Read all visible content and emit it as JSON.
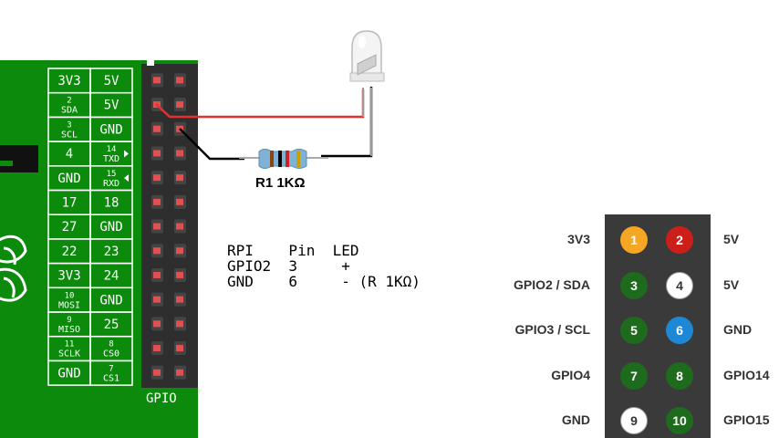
{
  "board": {
    "header_label": "GPIO",
    "rows": [
      {
        "left": "3V3",
        "right": "5V"
      },
      {
        "left": [
          "2",
          "SDA"
        ],
        "right": "5V"
      },
      {
        "left": [
          "3",
          "SCL"
        ],
        "right": "GND"
      },
      {
        "left": "4",
        "right": [
          "14",
          "TXD"
        ],
        "right_arrow": "right"
      },
      {
        "left": "GND",
        "right": [
          "15",
          "RXD"
        ],
        "right_arrow": "left"
      },
      {
        "left": "17",
        "right": "18"
      },
      {
        "left": "27",
        "right": "GND"
      },
      {
        "left": "22",
        "right": "23"
      },
      {
        "left": "3V3",
        "right": "24"
      },
      {
        "left": [
          "10",
          "MOSI"
        ],
        "right": "GND"
      },
      {
        "left": [
          "9",
          "MISO"
        ],
        "right": "25"
      },
      {
        "left": [
          "11",
          "SCLK"
        ],
        "right": [
          "8",
          "CS0"
        ]
      },
      {
        "left": "GND",
        "right": [
          "7",
          "CS1"
        ]
      }
    ]
  },
  "resistor": {
    "label": "R1 1KΩ"
  },
  "connection_table": {
    "lines": [
      "RPI    Pin  LED",
      "GPIO2  3     +",
      "GND    6     - (R 1KΩ)"
    ]
  },
  "pinout": {
    "rows": [
      {
        "left_label": "3V3",
        "left_pin": "1",
        "right_pin": "2",
        "right_label": "5V"
      },
      {
        "left_label": "GPIO2 / SDA",
        "left_pin": "3",
        "right_pin": "4",
        "right_label": "5V"
      },
      {
        "left_label": "GPIO3 / SCL",
        "left_pin": "5",
        "right_pin": "6",
        "right_label": "GND"
      },
      {
        "left_label": "GPIO4",
        "left_pin": "7",
        "right_pin": "8",
        "right_label": "GPIO14"
      },
      {
        "left_label": "GND",
        "left_pin": "9",
        "right_pin": "10",
        "right_label": "GPIO15"
      }
    ],
    "colors": {
      "1": "#f5a623",
      "2": "#cc1f1a",
      "3": "#1e6b1e",
      "4": "#ffffff",
      "5": "#1e6b1e",
      "6": "#1e88d6",
      "7": "#1e6b1e",
      "8": "#1e6b1e",
      "9": "#ffffff",
      "10": "#1e6b1e"
    }
  },
  "colors": {
    "board_green": "#0b8a0b",
    "header_dark": "#2e2e2e",
    "pin_red": "#e05050",
    "wire_red": "#e53030",
    "wire_black": "#000000"
  }
}
